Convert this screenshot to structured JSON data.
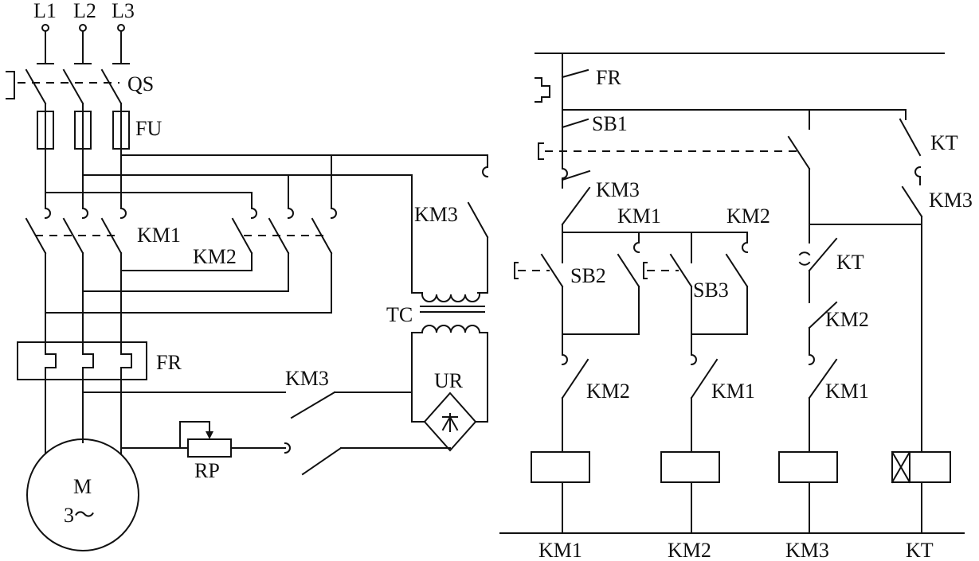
{
  "labels": {
    "l1": "L1",
    "l2": "L2",
    "l3": "L3",
    "qs": "QS",
    "fu": "FU",
    "km1_power": "KM1",
    "km2_power": "KM2",
    "km3_power": "KM3",
    "tc": "TC",
    "fr_power": "FR",
    "km3_dc": "KM3",
    "ur": "UR",
    "rp": "RP",
    "motor_m": "M",
    "motor_phase": "3～",
    "fr_ctrl": "FR",
    "sb1": "SB1",
    "kt_top": "KT",
    "km3_self": "KM3",
    "km3_kt": "KM3",
    "km1_hold": "KM1",
    "km2_hold": "KM2",
    "sb2": "SB2",
    "sb3": "SB3",
    "kt_break": "KT",
    "km2_ib3": "KM2",
    "km2_ib1": "KM2",
    "km1_ib2": "KM1",
    "km1_ib3": "KM1",
    "coil_km1": "KM1",
    "coil_km2": "KM2",
    "coil_km3": "KM3",
    "coil_kt": "KT"
  },
  "colors": {
    "ink": "#111111",
    "background": "#ffffff"
  }
}
